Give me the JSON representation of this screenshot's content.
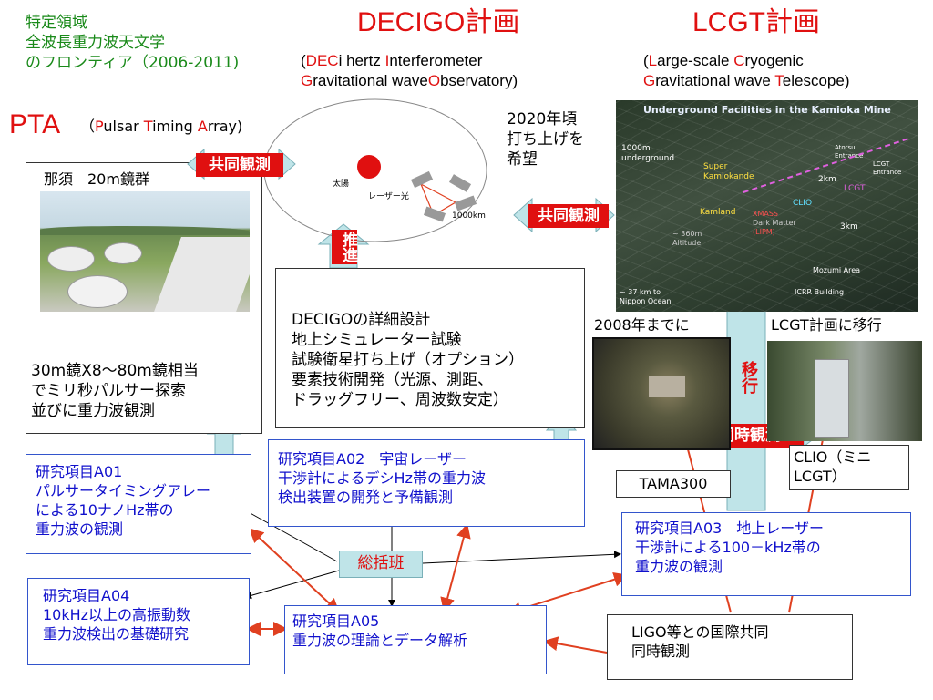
{
  "header": {
    "area_title": [
      "特定領域",
      "全波長重力波天文学",
      "のフロンティア（2006-2011)"
    ],
    "decigo_title": "DECIGO計画",
    "decigo_sub_line1": {
      "p1": "(",
      "r1": "DEC",
      "p2": "i hertz ",
      "r2": "I",
      "p3": "nterferometer"
    },
    "decigo_sub_line2": {
      "r1": "G",
      "p1": "ravitational wave",
      "r2": "O",
      "p2": "bservatory)"
    },
    "lcgt_title": "LCGT計画",
    "lcgt_sub_line1": {
      "p1": "(",
      "r1": "L",
      "p2": "arge-scale ",
      "r2": "C",
      "p3": "ryogenic"
    },
    "lcgt_sub_line2": {
      "r1": "G",
      "p1": "ravitational wave ",
      "r2": "T",
      "p2": "elescope)"
    }
  },
  "pta": {
    "title": "PTA",
    "sub": {
      "p1": "（",
      "r1": "P",
      "p2": "ulsar ",
      "r2": "T",
      "p3": "iming ",
      "r3": "A",
      "p4": "rray)"
    }
  },
  "nasu_box": {
    "label": "那須　20m鏡群",
    "text": [
      "30m鏡X8～80m鏡相当",
      "でミリ秒パルサー探索",
      "並びに重力波観測"
    ]
  },
  "decigo_diagram": {
    "sun_label": "太陽",
    "laser_label": "レーザー光",
    "distance_label": "1000km"
  },
  "launch_2020": [
    "2020年頃",
    "打ち上げを",
    "希望"
  ],
  "joint_obs_label": "共同観測",
  "promote_label": "推進",
  "migrate_label": "移行",
  "simultaneous_label": "同時観測",
  "decigo_box": [
    "DECIGOの詳細設計",
    "地上シミュレーター試験",
    "試験衛星打ち上げ（オプション）",
    "要素技術開発（光源、測距、",
    "ドラッグフリー、周波数安定）"
  ],
  "mine_photo": {
    "heading": "Underground Facilities in the Kamioka Mine",
    "depth": [
      "1000m",
      "underground"
    ],
    "super_k": [
      "Super",
      "Kamiokande"
    ],
    "atotsu": [
      "Atotsu",
      "Entrance"
    ],
    "lcgt_entrance": [
      "LCGT",
      "Entrance"
    ],
    "lcgt": "LCGT",
    "two_km": "2km",
    "clio": "CLIO",
    "kamland": "Kamland",
    "xmass": [
      "XMASS",
      "Dark Matter",
      "(LIPM)"
    ],
    "three_km": "3km",
    "altitude": [
      "~ 360m",
      "Altitude"
    ],
    "mozumi": "Mozumi Area",
    "ocean": [
      "~ 37 km to",
      "Nippon Ocean"
    ],
    "icrr": "ICRR Building"
  },
  "tama_until": "2008年までに",
  "lcgt_transition": "LCGT計画に移行",
  "tama_label": "TAMA300",
  "clio_label": [
    "CLIO（ミニ",
    "LCGT）"
  ],
  "projects": {
    "a01": [
      "研究項目A01",
      "パルサータイミングアレー",
      "による10ナノHz帯の",
      "重力波の観測"
    ],
    "a02": [
      "研究項目A02　宇宙レーザー",
      "干渉計によるデシHz帯の重力波",
      "検出装置の開発と予備観測"
    ],
    "a03": [
      "研究項目A03　地上レーザー",
      "干渉計による100－kHz帯の",
      "重力波の観測"
    ],
    "a04": [
      "研究項目A04",
      "10kHz以上の高振動数",
      "重力波検出の基礎研究"
    ],
    "a05": [
      "研究項目A05",
      "重力波の理論とデータ解析"
    ]
  },
  "soukatsu": "総括班",
  "ligo_box": [
    "LIGO等との国際共同",
    "同時観測"
  ],
  "colors": {
    "red": "#e01010",
    "green": "#1a8a1a",
    "blue": "#1010cc",
    "light_blue_arrow": "#bfe4e8"
  }
}
